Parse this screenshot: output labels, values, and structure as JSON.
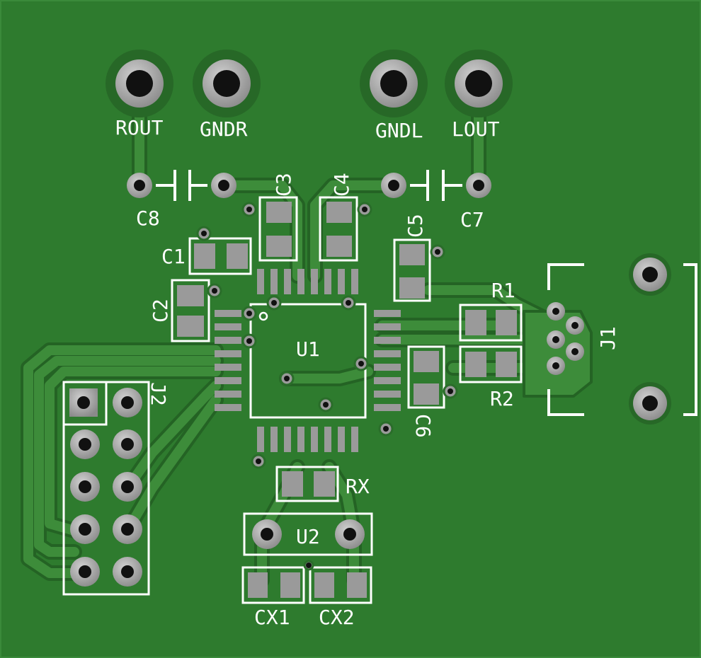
{
  "board": {
    "colors": {
      "substrate": "#2e7b2e",
      "trace": "#3d8c3a",
      "trace_edge": "#276627",
      "pad": "#9a9a9a",
      "pad_shine": "#c4c4c4",
      "silk": "#ffffff",
      "drill": "#111111"
    },
    "labels": {
      "rout": "ROUT",
      "gndr": "GNDR",
      "gndl": "GNDL",
      "lout": "LOUT",
      "c1": "C1",
      "c2": "C2",
      "c3": "C3",
      "c4": "C4",
      "c5": "C5",
      "c6": "C6",
      "c7": "C7",
      "c8": "C8",
      "r1": "R1",
      "r2": "R2",
      "rx": "RX",
      "u1": "U1",
      "u2": "U2",
      "j1": "J1",
      "j2": "J2",
      "cx1": "CX1",
      "cx2": "CX2"
    }
  }
}
